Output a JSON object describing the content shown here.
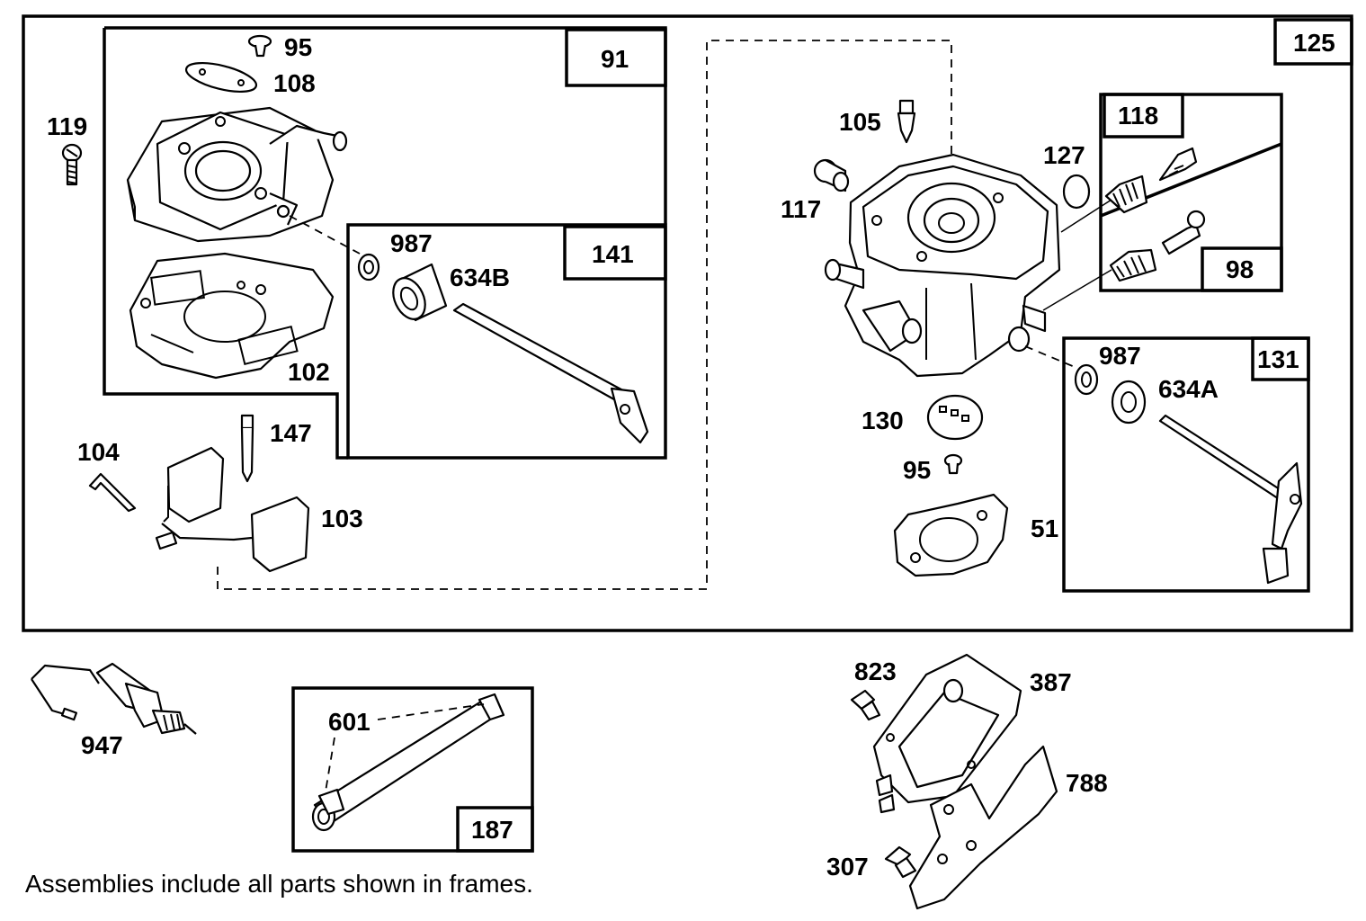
{
  "frames": {
    "f125": "125",
    "f91": "91",
    "f141": "141",
    "f118": "118",
    "f98": "98",
    "f131": "131",
    "f187": "187"
  },
  "parts": {
    "p95a": "95",
    "p108": "108",
    "p119": "119",
    "p987a": "987",
    "p634b": "634B",
    "p102": "102",
    "p147": "147",
    "p104": "104",
    "p103": "103",
    "p105": "105",
    "p127": "127",
    "p117": "117",
    "p987b": "987",
    "p634a": "634A",
    "p130": "130",
    "p95b": "95",
    "p51": "51",
    "p947": "947",
    "p601": "601",
    "p823": "823",
    "p387": "387",
    "p788": "788",
    "p307": "307"
  },
  "note": "Assemblies include all parts shown in frames."
}
